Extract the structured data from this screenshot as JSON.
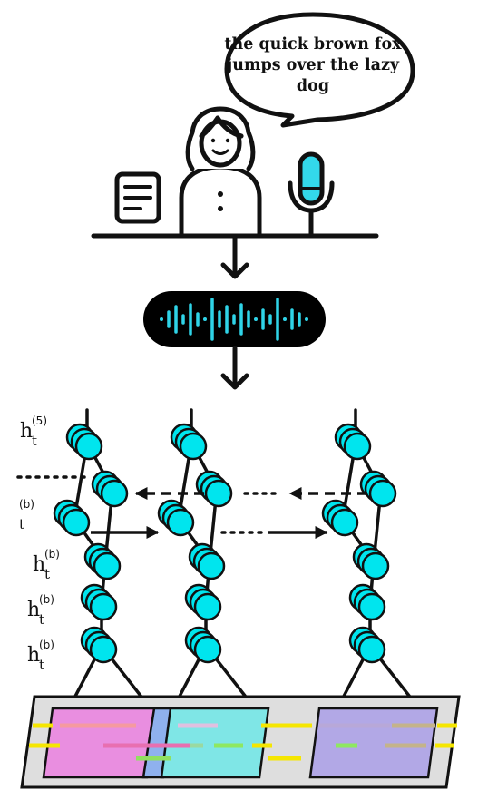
{
  "speech_bubble": {
    "text": "the quick brown fox jumps over the lazy dog"
  },
  "labels": [
    {
      "base": "h",
      "sup": "(5)",
      "sub": "t"
    },
    {
      "base": "",
      "sup": "(b)",
      "sub": "t"
    },
    {
      "base": "h",
      "sup": "(b)",
      "sub": "t"
    },
    {
      "base": "h",
      "sup": "(b)",
      "sub": "t"
    },
    {
      "base": "h",
      "sup": "(b)",
      "sub": "t"
    }
  ],
  "colors": {
    "neuron": "#00e5ee",
    "waveform_bg": "#000000",
    "waveform_bars": "#2fd4e8",
    "mic": "#33d8ea",
    "patch_pink": "#e98ee0",
    "patch_cyan": "#7fe6e6",
    "patch_blue": "#8fb1ee",
    "patch_lavender": "#b2a8e6",
    "stripe_yellow": "#f5e600",
    "tray": "#dedede"
  },
  "icons": [
    "person-icon",
    "document-icon",
    "microphone-icon",
    "speech-bubble-icon",
    "audio-waveform-icon"
  ]
}
